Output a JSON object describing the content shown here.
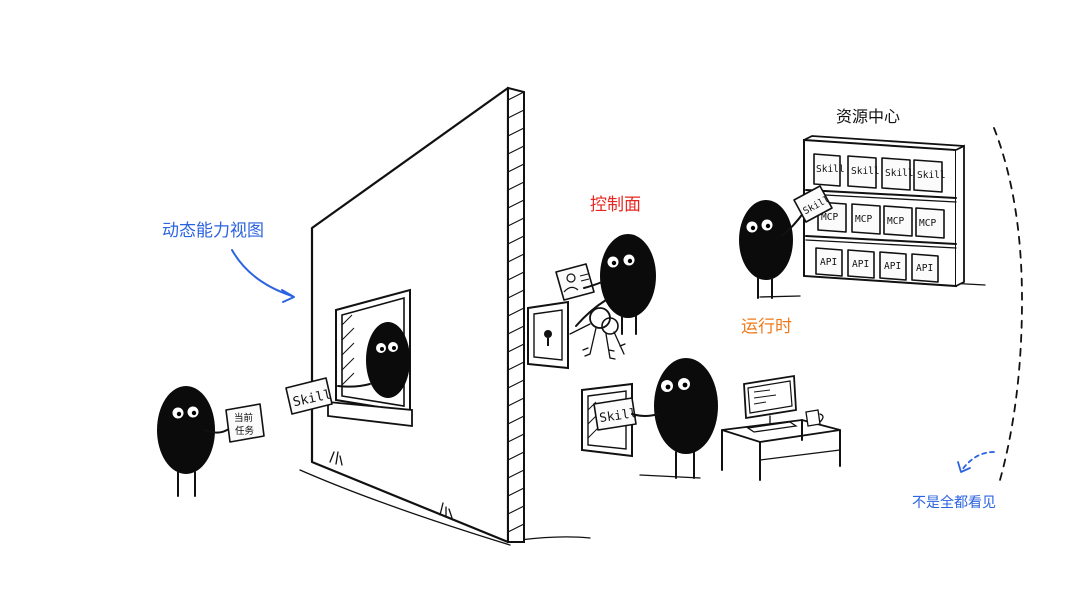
{
  "labels": {
    "dynamic_view": "动态能力视图",
    "control_plane": "控制面",
    "runtime": "运行时",
    "resource_center": "资源中心",
    "not_all_visible": "不是全都看见",
    "current_task_line1": "当前",
    "current_task_line2": "任务"
  },
  "cards": {
    "window_skill": "Skill",
    "desk_skill": "Skill",
    "shelf_held_skill": "Skill",
    "shelf_row1": [
      "Skill",
      "Skill",
      "Skill",
      "Skill"
    ],
    "shelf_row2": [
      "MCP",
      "MCP",
      "MCP",
      "MCP"
    ],
    "shelf_row3": [
      "API",
      "API",
      "API",
      "API"
    ]
  },
  "colors": {
    "blue": "#2b63e0",
    "red": "#e8261f",
    "orange": "#f07a1a",
    "ink": "#111111"
  }
}
